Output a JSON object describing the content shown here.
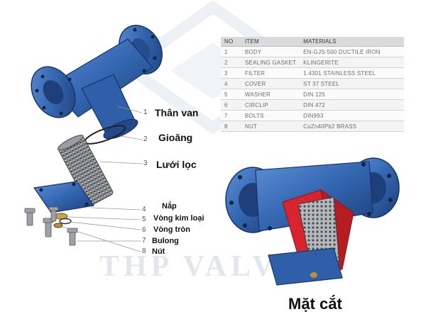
{
  "watermark": "THP VALVE",
  "table": {
    "headers": [
      "NO",
      "ITEM",
      "MATERIALS"
    ],
    "rows": [
      {
        "no": "1",
        "item": "BODY",
        "material": "EN-GJS-500 DUCTILE IRON"
      },
      {
        "no": "2",
        "item": "SEALING GASKET",
        "material": "KLINGERITE"
      },
      {
        "no": "3",
        "item": "FILTER",
        "material": "1.4301 STAINLESS STEEL"
      },
      {
        "no": "4",
        "item": "COVER",
        "material": "ST 37 STEEL"
      },
      {
        "no": "5",
        "item": "WASHER",
        "material": "DIN 125"
      },
      {
        "no": "6",
        "item": "CIRCLIP",
        "material": "DIN 472"
      },
      {
        "no": "7",
        "item": "BOLTS",
        "material": "DIN993"
      },
      {
        "no": "8",
        "item": "NUT",
        "material": "CuZn40Pb2 BRASS"
      }
    ]
  },
  "callouts": [
    {
      "number": "1",
      "label": "Thân van"
    },
    {
      "number": "2",
      "label": "Gioăng"
    },
    {
      "number": "3",
      "label": "Lưới lọc"
    },
    {
      "number": "4",
      "label": "Nắp"
    },
    {
      "number": "5",
      "label": "Vòng kim loại"
    },
    {
      "number": "6",
      "label": "Vòng tròn"
    },
    {
      "number": "7",
      "label": "Bulong"
    },
    {
      "number": "8",
      "label": "Nút"
    }
  ],
  "section_title": "Mặt cắt",
  "colors": {
    "body_blue": "#2f5fa8",
    "body_blue_light": "#4a7cc6",
    "body_blue_dark": "#1e3f78",
    "section_red": "#d8242c",
    "mesh_grey": "#8a8d92",
    "watermark_grey": "#dfe3ea"
  }
}
